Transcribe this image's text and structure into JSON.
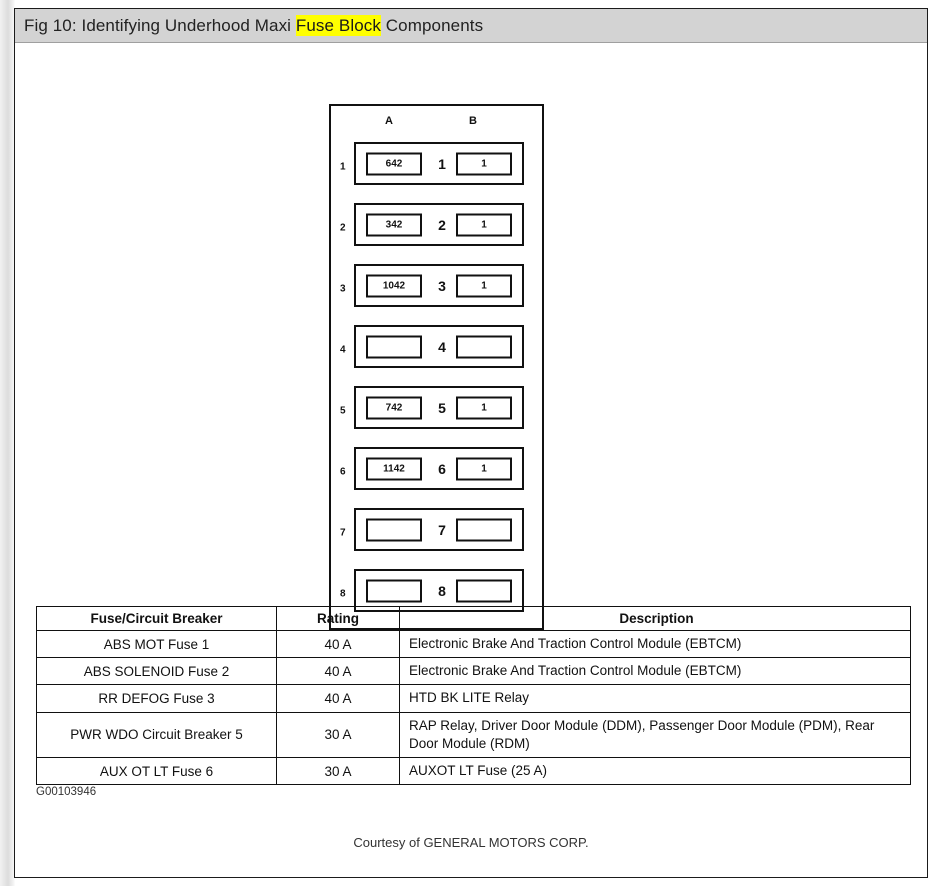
{
  "title": {
    "prefix": "Fig 10: Identifying Underhood Maxi ",
    "highlight": "Fuse Block",
    "suffix": " Components"
  },
  "diagram": {
    "column_headers": {
      "a": "A",
      "b": "B"
    },
    "rows": [
      {
        "index": "1",
        "a": "642",
        "center": "1",
        "b": "1"
      },
      {
        "index": "2",
        "a": "342",
        "center": "2",
        "b": "1"
      },
      {
        "index": "3",
        "a": "1042",
        "center": "3",
        "b": "1"
      },
      {
        "index": "4",
        "a": "",
        "center": "4",
        "b": ""
      },
      {
        "index": "5",
        "a": "742",
        "center": "5",
        "b": "1"
      },
      {
        "index": "6",
        "a": "1142",
        "center": "6",
        "b": "1"
      },
      {
        "index": "7",
        "a": "",
        "center": "7",
        "b": ""
      },
      {
        "index": "8",
        "a": "",
        "center": "8",
        "b": ""
      }
    ]
  },
  "table": {
    "headers": [
      "Fuse/Circuit Breaker",
      "Rating",
      "Description"
    ],
    "rows": [
      {
        "name": "ABS MOT Fuse 1",
        "rating": "40 A",
        "description": "Electronic Brake And Traction Control Module (EBTCM)"
      },
      {
        "name": "ABS SOLENOID Fuse 2",
        "rating": "40 A",
        "description": "Electronic Brake And Traction Control Module (EBTCM)"
      },
      {
        "name": "RR DEFOG Fuse 3",
        "rating": "40 A",
        "description": "HTD BK LITE Relay"
      },
      {
        "name": "PWR WDO Circuit Breaker 5",
        "rating": "30 A",
        "description": "RAP Relay, Driver Door Module (DDM), Passenger Door Module (PDM), Rear Door Module (RDM)"
      },
      {
        "name": "AUX OT LT Fuse 6",
        "rating": "30 A",
        "description": "AUXOT LT Fuse (25 A)"
      }
    ]
  },
  "figure_id": "G00103946",
  "courtesy": "Courtesy of GENERAL MOTORS CORP.",
  "colors": {
    "title_bar_bg": "#d3d3d3",
    "highlight": "#ffff00",
    "ink": "#111111",
    "panel_bg": "#ffffff"
  }
}
